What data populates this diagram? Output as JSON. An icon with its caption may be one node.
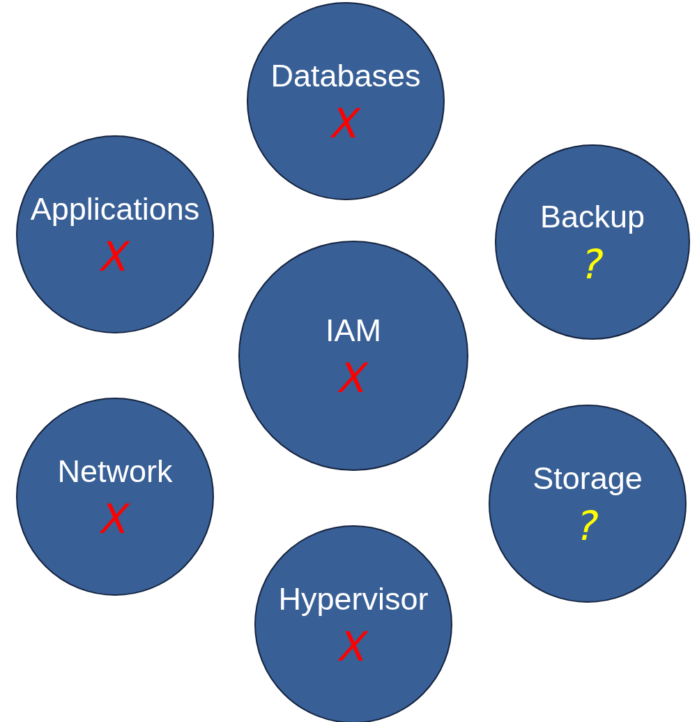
{
  "diagram": {
    "nodes": [
      {
        "text": [
          "Databases",
          "X"
        ]
      },
      {
        "text": [
          "Applications",
          "X"
        ]
      },
      {
        "text": [
          "Backup",
          "?"
        ]
      },
      {
        "text": [
          "IAM",
          "X"
        ]
      },
      {
        "text": [
          "Network",
          "X"
        ]
      },
      {
        "text": [
          "Storage",
          "?"
        ]
      },
      {
        "text": [
          "Hypervisor",
          "X"
        ]
      }
    ]
  }
}
